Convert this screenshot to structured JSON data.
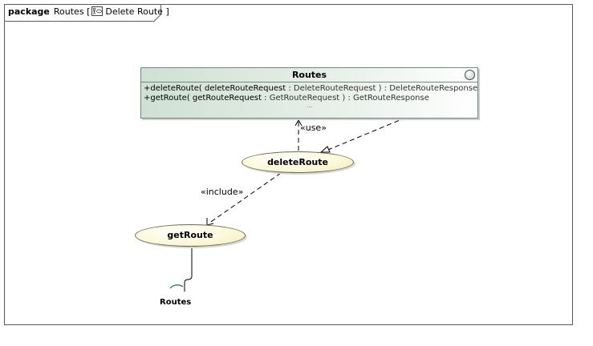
{
  "frame": {
    "keyword": "package",
    "name": "Routes",
    "bracket_open": "[",
    "diagram_name": "Delete Route",
    "bracket_close": "]"
  },
  "interface": {
    "name": "Routes",
    "operations": [
      {
        "prefix": "+deleteRoute( ",
        "param_name": "deleteRouteRequest",
        "param_type": " : DeleteRouteRequest ) : DeleteRouteResponse"
      },
      {
        "prefix": "+getRoute( ",
        "param_name": "getRouteRequest",
        "param_type": " : GetRouteRequest ) : GetRouteResponse"
      }
    ],
    "more": "..."
  },
  "use_cases": [
    {
      "name": "deleteRoute"
    },
    {
      "name": "getRoute"
    }
  ],
  "relations": {
    "use": "«use»",
    "include": "«include»"
  },
  "required_interface": {
    "name": "Routes"
  }
}
